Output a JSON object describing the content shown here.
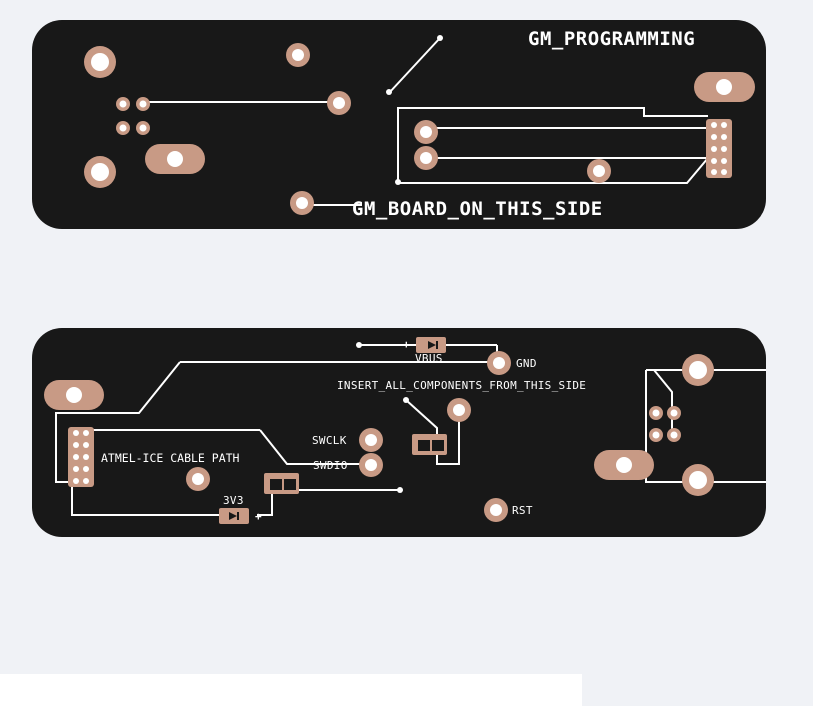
{
  "top_board": {
    "title_label": "GM_PROGRAMMING",
    "side_label": "GM_BOARD_ON_THIS_SIDE"
  },
  "bottom_board": {
    "vbus_label": "VBUS",
    "vbus_plus": "+",
    "gnd_label": "GND",
    "insert_label": "INSERT_ALL_COMPONENTS_FROM_THIS_SIDE",
    "swclk_label": "SWCLK",
    "swdio_label": "SWDIO",
    "cable_label": "ATMEL-ICE CABLE PATH",
    "v3_label": "3V3",
    "v3_plus": "+",
    "rst_label": "RST"
  },
  "colors": {
    "board": "#181818",
    "copper_pad": "#c89a85",
    "pad_hole": "#ffffff",
    "trace": "#ffffff",
    "background": "#f0f2f6"
  }
}
